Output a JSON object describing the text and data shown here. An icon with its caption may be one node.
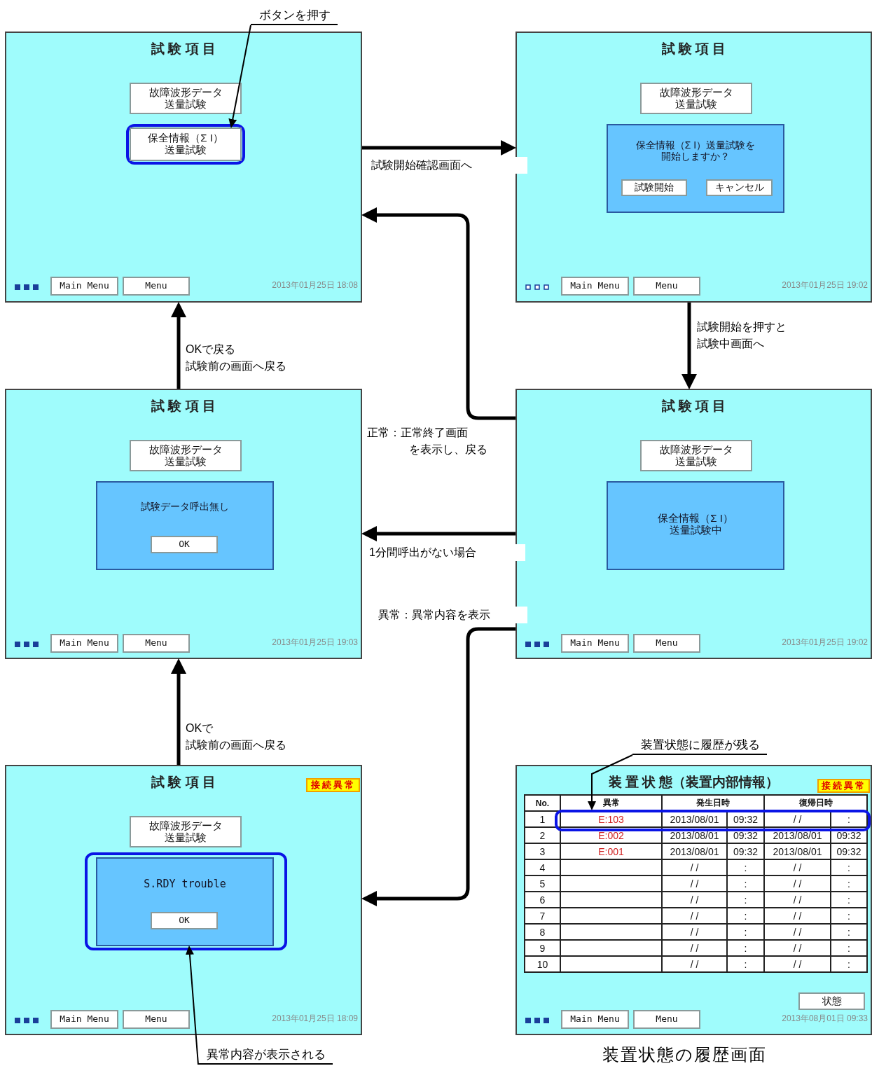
{
  "diagram": {
    "nodes": [
      {
        "text": [
          "試 験 項 目",
          "2013年01月25日 18:08"
        ]
      },
      {
        "text": [
          "故障波形データ送量試験"
        ],
        "in": 0
      },
      {
        "text": [
          "保全情報（Σ I）送量試験"
        ],
        "in": 0
      },
      {
        "text": [
          "Main Menu"
        ],
        "in": 0
      },
      {
        "text": [
          "Menu"
        ],
        "in": 0
      },
      {
        "text": [
          "試 験 項 目",
          "2013年01月25日 19:02"
        ]
      },
      {
        "text": [
          "故障波形データ送量試験"
        ],
        "in": 5
      },
      {
        "text": [
          "保全情報（Σ I）送量試験を開始しますか？"
        ],
        "in": 5
      },
      {
        "text": [
          "試験開始"
        ],
        "in": 7
      },
      {
        "text": [
          "キャンセル"
        ],
        "in": 7
      },
      {
        "text": [
          "Main Menu"
        ],
        "in": 5
      },
      {
        "text": [
          "Menu"
        ],
        "in": 5
      },
      {
        "text": [
          "試 験 項 目",
          "2013年01月25日 19:03"
        ]
      },
      {
        "text": [
          "故障波形データ送量試験"
        ],
        "in": 12
      },
      {
        "text": [
          "試験データ呼出無し"
        ],
        "in": 12
      },
      {
        "text": [
          "OK"
        ],
        "in": 14
      },
      {
        "text": [
          "Main Menu"
        ],
        "in": 12
      },
      {
        "text": [
          "Menu"
        ],
        "in": 12
      },
      {
        "text": [
          "試 験 項 目",
          "2013年01月25日 19:02"
        ]
      },
      {
        "text": [
          "故障波形データ送量試験"
        ],
        "in": 18
      },
      {
        "text": [
          "保全情報（Σ I）送量試験中"
        ],
        "in": 18
      },
      {
        "text": [
          "Main Menu"
        ],
        "in": 18
      },
      {
        "text": [
          "Menu"
        ],
        "in": 18
      },
      {
        "text": [
          "試 験 項 目",
          "2013年01月25日 18:09"
        ]
      },
      {
        "text": [
          "接続異常"
        ],
        "in": 23
      },
      {
        "text": [
          "故障波形データ送量試験"
        ],
        "in": 23
      },
      {
        "text": [
          "S.RDY trouble"
        ],
        "in": 23
      },
      {
        "text": [
          "OK"
        ],
        "in": 26
      },
      {
        "text": [
          "Main Menu"
        ],
        "in": 23
      },
      {
        "text": [
          "Menu"
        ],
        "in": 23
      },
      {
        "text": [
          "装 置 状 態（装置内部情報）",
          "2013年08月01日 09:33"
        ],
        "beside": [
          "装置状態の履歴画面"
        ]
      },
      {
        "text": [
          "接続異常"
        ],
        "in": 30
      },
      {
        "text": [
          "状態"
        ],
        "in": 30
      },
      {
        "text": [
          "Main Menu"
        ],
        "in": 30
      },
      {
        "text": [
          "Menu"
        ],
        "in": 30
      },
      {
        "text": [
          "ボタンを押す"
        ]
      },
      {
        "text": [
          "装置状態に履歴が残る"
        ]
      },
      {
        "text": [
          "異常内容が表示される"
        ]
      },
      {
        "text": [],
        "shape": "box",
        "in": 30
      }
    ],
    "edges": [
      {
        "from": 35,
        "to": 2,
        "arrow": "to"
      },
      {
        "from": 0,
        "to": 5,
        "arrow": "to",
        "label": "試験開始確認画面へ"
      },
      {
        "from": 5,
        "to": 18,
        "arrow": "to",
        "label": "試験開始を押すと試験中画面へ"
      },
      {
        "from": 18,
        "to": 0,
        "arrow": "to",
        "label": "正常：正常終了画面を表示し、戻る"
      },
      {
        "from": 18,
        "to": 12,
        "arrow": "to",
        "label": "1分間呼出がない場合"
      },
      {
        "from": 12,
        "to": 0,
        "arrow": "to",
        "label": "OKで戻る試験前の画面へ戻る"
      },
      {
        "from": 18,
        "to": 23,
        "arrow": "to",
        "label": "異常：異常内容を表示"
      },
      {
        "from": 23,
        "to": 12,
        "arrow": "to",
        "label": "OKで試験前の画面へ戻る"
      },
      {
        "from": 36,
        "to": 38,
        "arrow": "to"
      },
      {
        "from": 37,
        "to": 26,
        "arrow": "to"
      }
    ],
    "labels": [
      "No.",
      "異常",
      "発生日時",
      "復帰日時",
      "1",
      "E:103",
      "2013/08/01",
      "09:32",
      "/ /",
      ":",
      "2",
      "E:002",
      "2013/08/01",
      "09:32",
      "2013/08/01",
      "09:32",
      "3",
      "E:001",
      "2013/08/01",
      "09:32",
      "2013/08/01",
      "09:32",
      "4",
      "/ /",
      ":",
      "/ /",
      ":",
      "5",
      "/ /",
      ":",
      "/ /",
      ":",
      "6",
      "/ /",
      ":",
      "/ /",
      ":",
      "7",
      "/ /",
      ":",
      "/ /",
      ":",
      "8",
      "/ /",
      ":",
      "/ /",
      ":",
      "9",
      "/ /",
      ":",
      "/ /",
      ":",
      "10",
      "/ /",
      ":",
      "/ /",
      ":"
    ]
  }
}
